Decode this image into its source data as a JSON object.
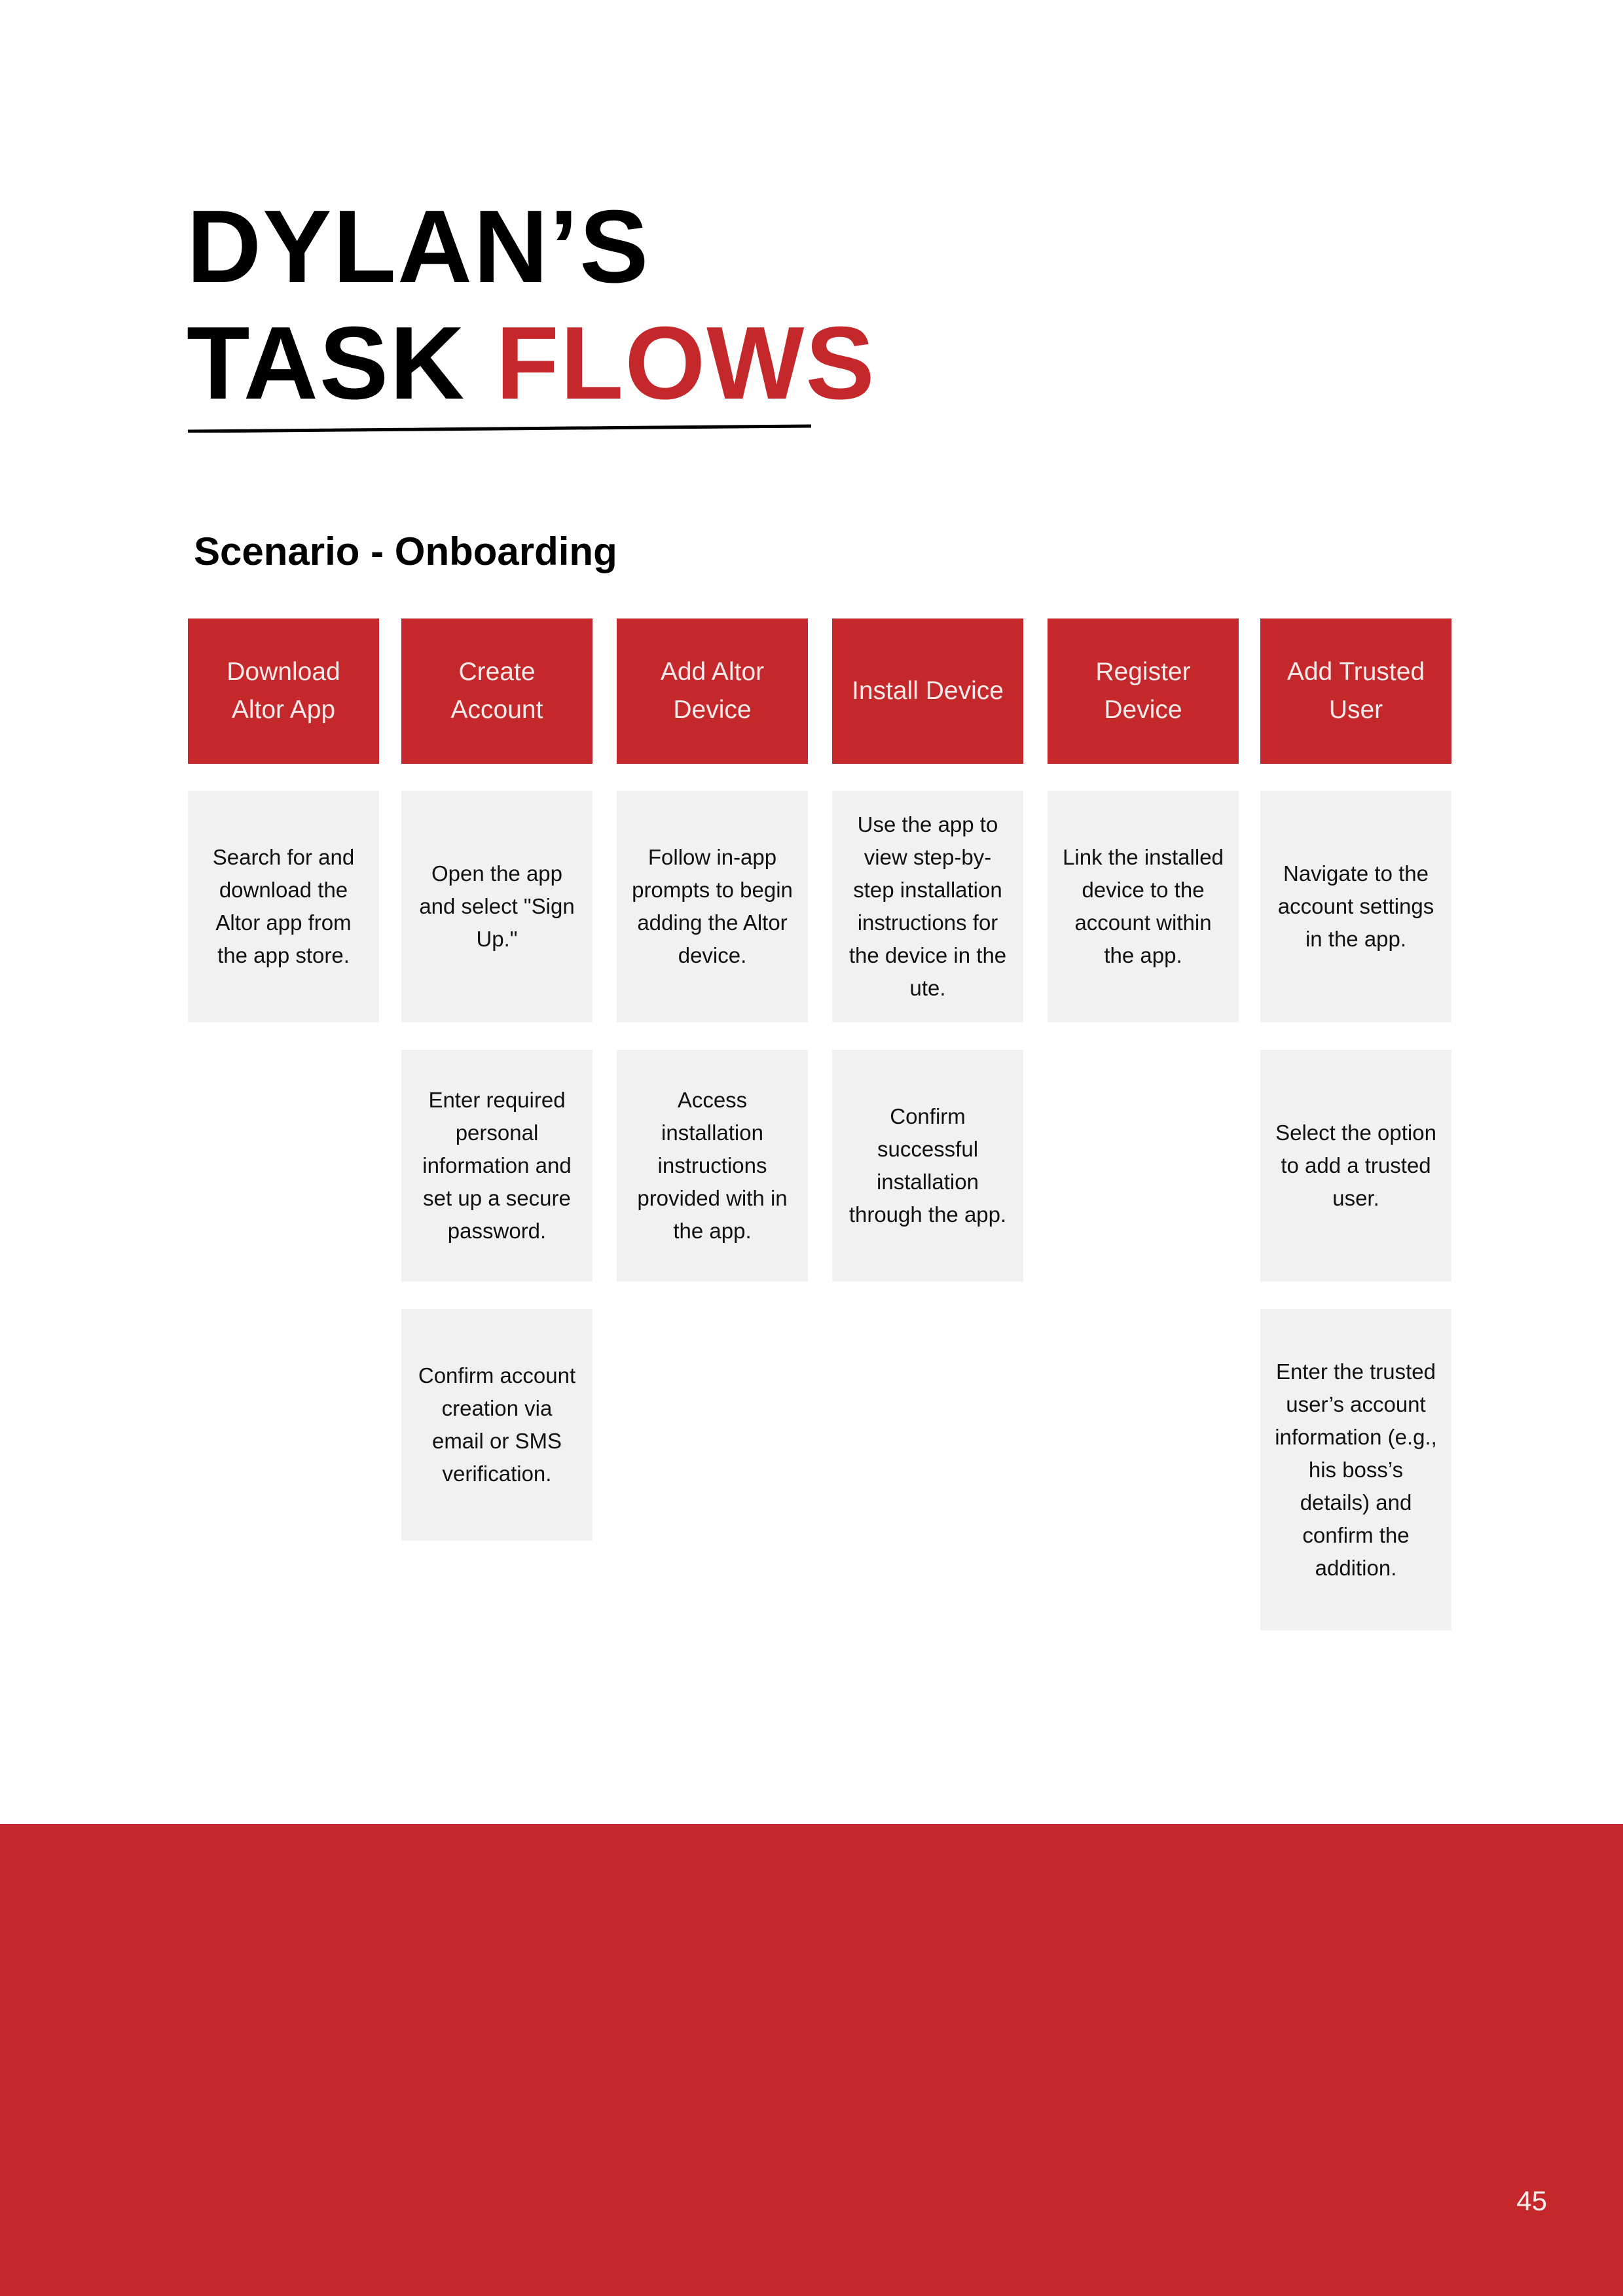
{
  "title": {
    "line1": "DYLAN’S",
    "line2_black": "TASK",
    "line2_red": "FLOWS"
  },
  "scenario": {
    "heading": "Scenario - Onboarding"
  },
  "colors": {
    "accent": "#c5282b",
    "card_bg": "#f1f1f1",
    "text": "#000000"
  },
  "flows": [
    {
      "heading": "Download Altor App",
      "steps": [
        "Search for and download the Altor app from the app store."
      ]
    },
    {
      "heading": "Create Account",
      "steps": [
        "Open the app and select \"Sign Up.\"",
        "Enter required personal information and set up a secure password.",
        "Confirm account creation via email or SMS verification."
      ]
    },
    {
      "heading": "Add Altor Device",
      "steps": [
        "Follow in-app prompts to begin adding the Altor device.",
        "Access installation instructions provided with in the app."
      ]
    },
    {
      "heading": "Install Device",
      "steps": [
        "Use the app to view step-by-step installation instructions for the device in the ute.",
        "Confirm successful installation through the app."
      ]
    },
    {
      "heading": "Register Device",
      "steps": [
        "Link the installed device to the account within the app."
      ]
    },
    {
      "heading": "Add Trusted User",
      "steps": [
        "Navigate to the account settings in the app.",
        "Select the option to add a trusted user.",
        "Enter the trusted user’s account information (e.g., his boss’s details) and confirm the addition."
      ]
    }
  ],
  "footer": {
    "page_number": "45"
  }
}
